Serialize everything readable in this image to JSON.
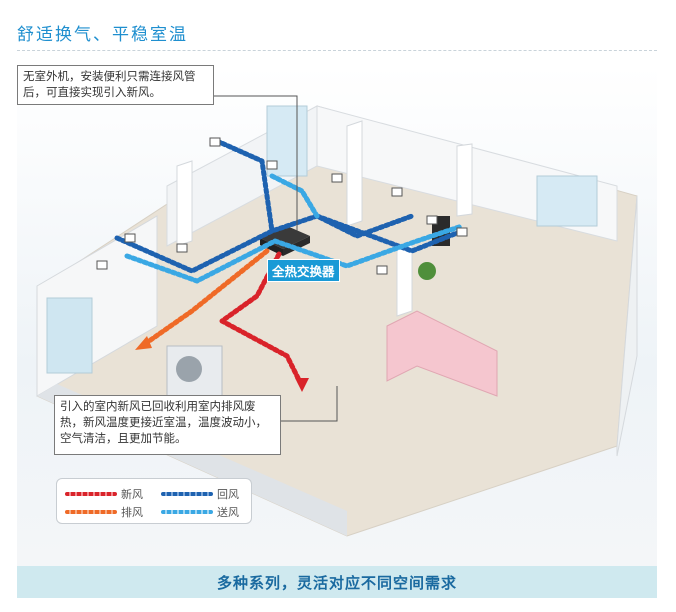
{
  "header": {
    "title": "舒适换气、平稳室温"
  },
  "callouts": {
    "top": "无室外机，安装便利只需连接风管后，可直接实现引入新风。",
    "bottom": "引入的室内新风已回收利用室内排风废热，新风温度更接近室温，温度波动小，空气清洁，且更加节能。"
  },
  "diagram": {
    "exchanger_label": "全热交换器"
  },
  "legend": {
    "items": [
      {
        "label": "新风",
        "color": "#d9232a",
        "icon": "fresh-air-line-icon"
      },
      {
        "label": "回风",
        "color": "#1e62b0",
        "icon": "return-air-line-icon"
      },
      {
        "label": "排风",
        "color": "#ef6a27",
        "icon": "exhaust-air-line-icon"
      },
      {
        "label": "送风",
        "color": "#3aa8e4",
        "icon": "supply-air-line-icon"
      }
    ]
  },
  "footer": {
    "tagline": "多种系列，灵活对应不同空间需求"
  },
  "colors": {
    "accent": "#1f8fcf",
    "footer_bg": "#cfe9ef"
  }
}
